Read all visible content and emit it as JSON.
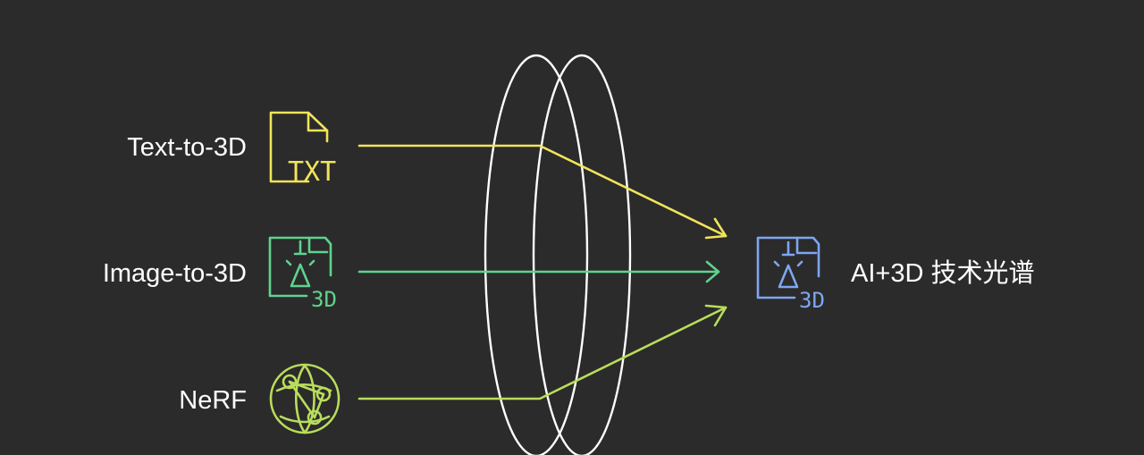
{
  "colors": {
    "background": "#2b2b2b",
    "text": "#ffffff",
    "lens": "#ffffff",
    "text_to_3d": "#f2e35a",
    "image_to_3d": "#5fd38d",
    "nerf": "#b9dd5b",
    "output": "#7ea6f2"
  },
  "inputs": [
    {
      "label": "Text-to-3D",
      "icon": "txt-file-icon",
      "icon_text": "TXT"
    },
    {
      "label": "Image-to-3D",
      "icon": "image-3d-file-icon",
      "icon_text": "3D"
    },
    {
      "label": "NeRF",
      "icon": "network-globe-icon"
    }
  ],
  "output": {
    "label": "AI+3D 技术光谱",
    "icon": "image-3d-file-icon",
    "icon_text": "3D"
  }
}
